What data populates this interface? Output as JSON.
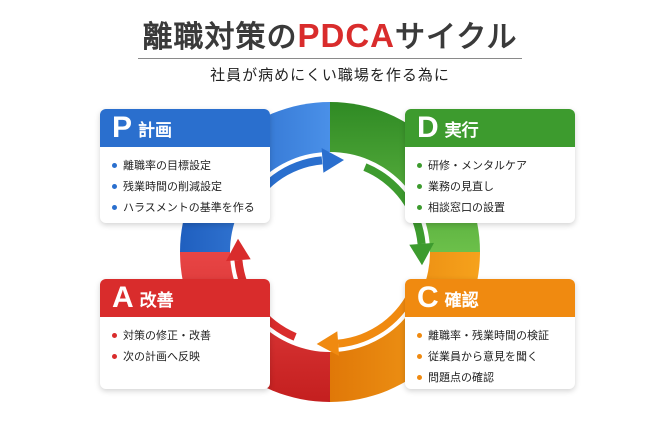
{
  "header": {
    "title_main": "離職対策の",
    "title_accent": "PDCA",
    "title_tail": "サイクル",
    "subtitle": "社員が病めにくい職場を作る為に"
  },
  "cycle": {
    "colors": {
      "plan": "#2a6fce",
      "do": "#3d9b2e",
      "check": "#f08a10",
      "act": "#d92c2c"
    }
  },
  "cards": {
    "plan": {
      "letter": "P",
      "name": "計画",
      "items": [
        "離職率の目標設定",
        "残業時間の削減設定",
        "ハラスメントの基準を作る"
      ]
    },
    "do": {
      "letter": "D",
      "name": "実行",
      "items": [
        "研修・メンタルケア",
        "業務の見直し",
        "相談窓口の設置"
      ]
    },
    "act": {
      "letter": "A",
      "name": "改善",
      "items": [
        "対策の修正・改善",
        "次の計画へ反映"
      ]
    },
    "check": {
      "letter": "C",
      "name": "確認",
      "items": [
        "離職率・残業時間の検証",
        "従業員から意見を聞く",
        "問題点の確認"
      ]
    }
  }
}
